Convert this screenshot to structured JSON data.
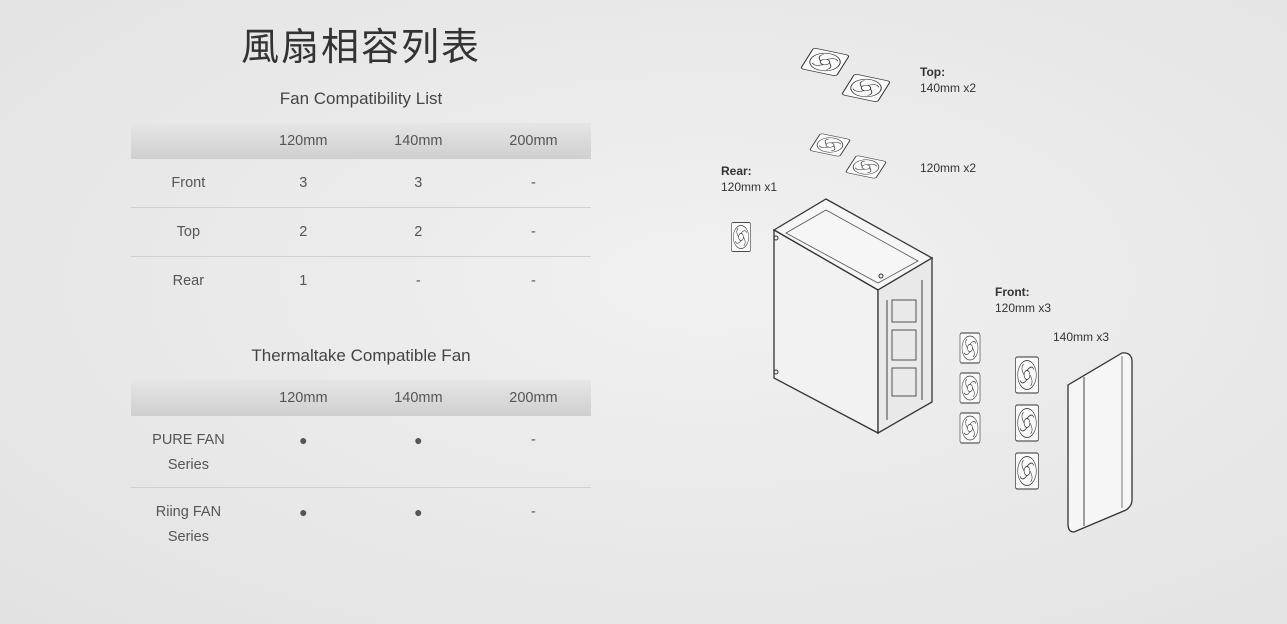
{
  "title": "風扇相容列表",
  "fan_table": {
    "title": "Fan Compatibility List",
    "headers": [
      "",
      "120mm",
      "140mm",
      "200mm"
    ],
    "rows": [
      [
        "Front",
        "3",
        "3",
        "-"
      ],
      [
        "Top",
        "2",
        "2",
        "-"
      ],
      [
        "Rear",
        "1",
        "-",
        "-"
      ]
    ]
  },
  "tt_table": {
    "title": "Thermaltake Compatible Fan",
    "headers": [
      "",
      "120mm",
      "140mm",
      "200mm"
    ],
    "rows": [
      {
        "name_line1": "PURE FAN",
        "name_line2": "Series",
        "c120": "●",
        "c140": "●",
        "c200": "-"
      },
      {
        "name_line1": "Riing FAN",
        "name_line2": "Series",
        "c120": "●",
        "c140": "●",
        "c200": "-"
      }
    ]
  },
  "diagram": {
    "top_label": "Top:",
    "top_size1": "140mm x2",
    "top_size2": "120mm x2",
    "rear_label": "Rear:",
    "rear_size": "120mm x1",
    "front_label": "Front:",
    "front_size1": "120mm x3",
    "front_size2": "140mm x3"
  }
}
